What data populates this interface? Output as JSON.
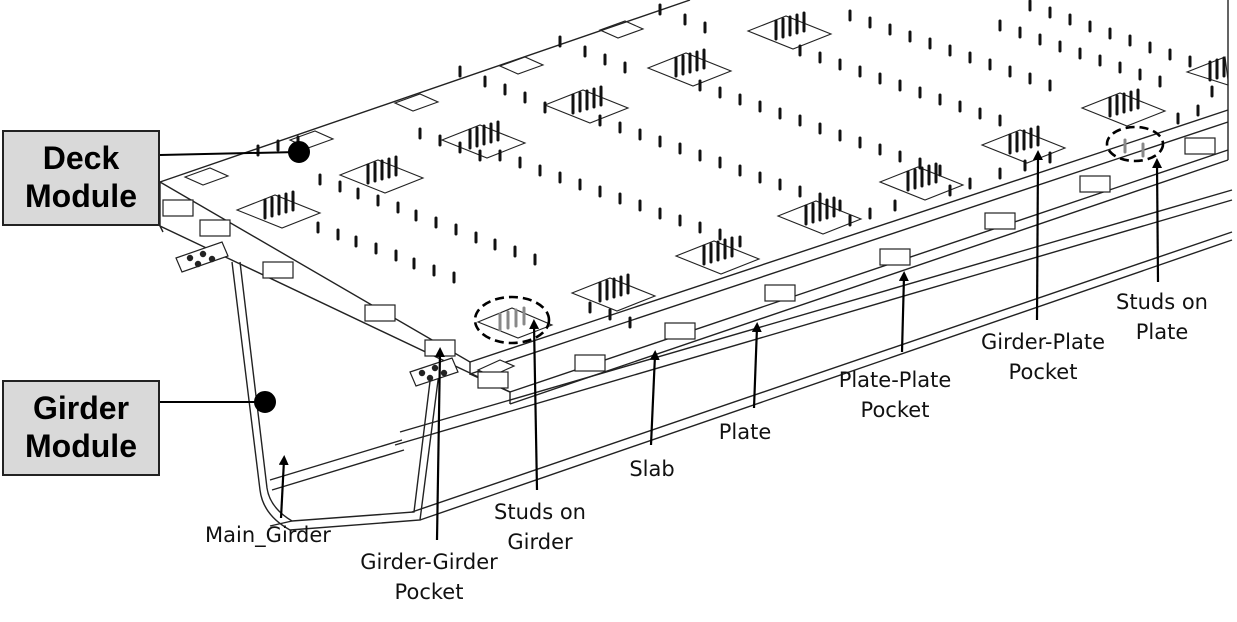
{
  "modules": {
    "deck": {
      "line1": "Deck",
      "line2": "Module"
    },
    "girder": {
      "line1": "Girder",
      "line2": "Module"
    }
  },
  "callouts": {
    "main_girder": {
      "line1": "Main_Girder"
    },
    "girder_girder_pocket": {
      "line1": "Girder-Girder",
      "line2": "Pocket"
    },
    "studs_on_girder": {
      "line1": "Studs on",
      "line2": "Girder"
    },
    "slab": {
      "line1": "Slab"
    },
    "plate": {
      "line1": "Plate"
    },
    "plate_plate_pocket": {
      "line1": "Plate-Plate",
      "line2": "Pocket"
    },
    "girder_plate_pocket": {
      "line1": "Girder-Plate",
      "line2": "Pocket"
    },
    "studs_on_plate": {
      "line1": "Studs on",
      "line2": "Plate"
    }
  },
  "colors": {
    "outline": "#222222",
    "label_fill": "#d9d9d9",
    "background": "#ffffff"
  }
}
